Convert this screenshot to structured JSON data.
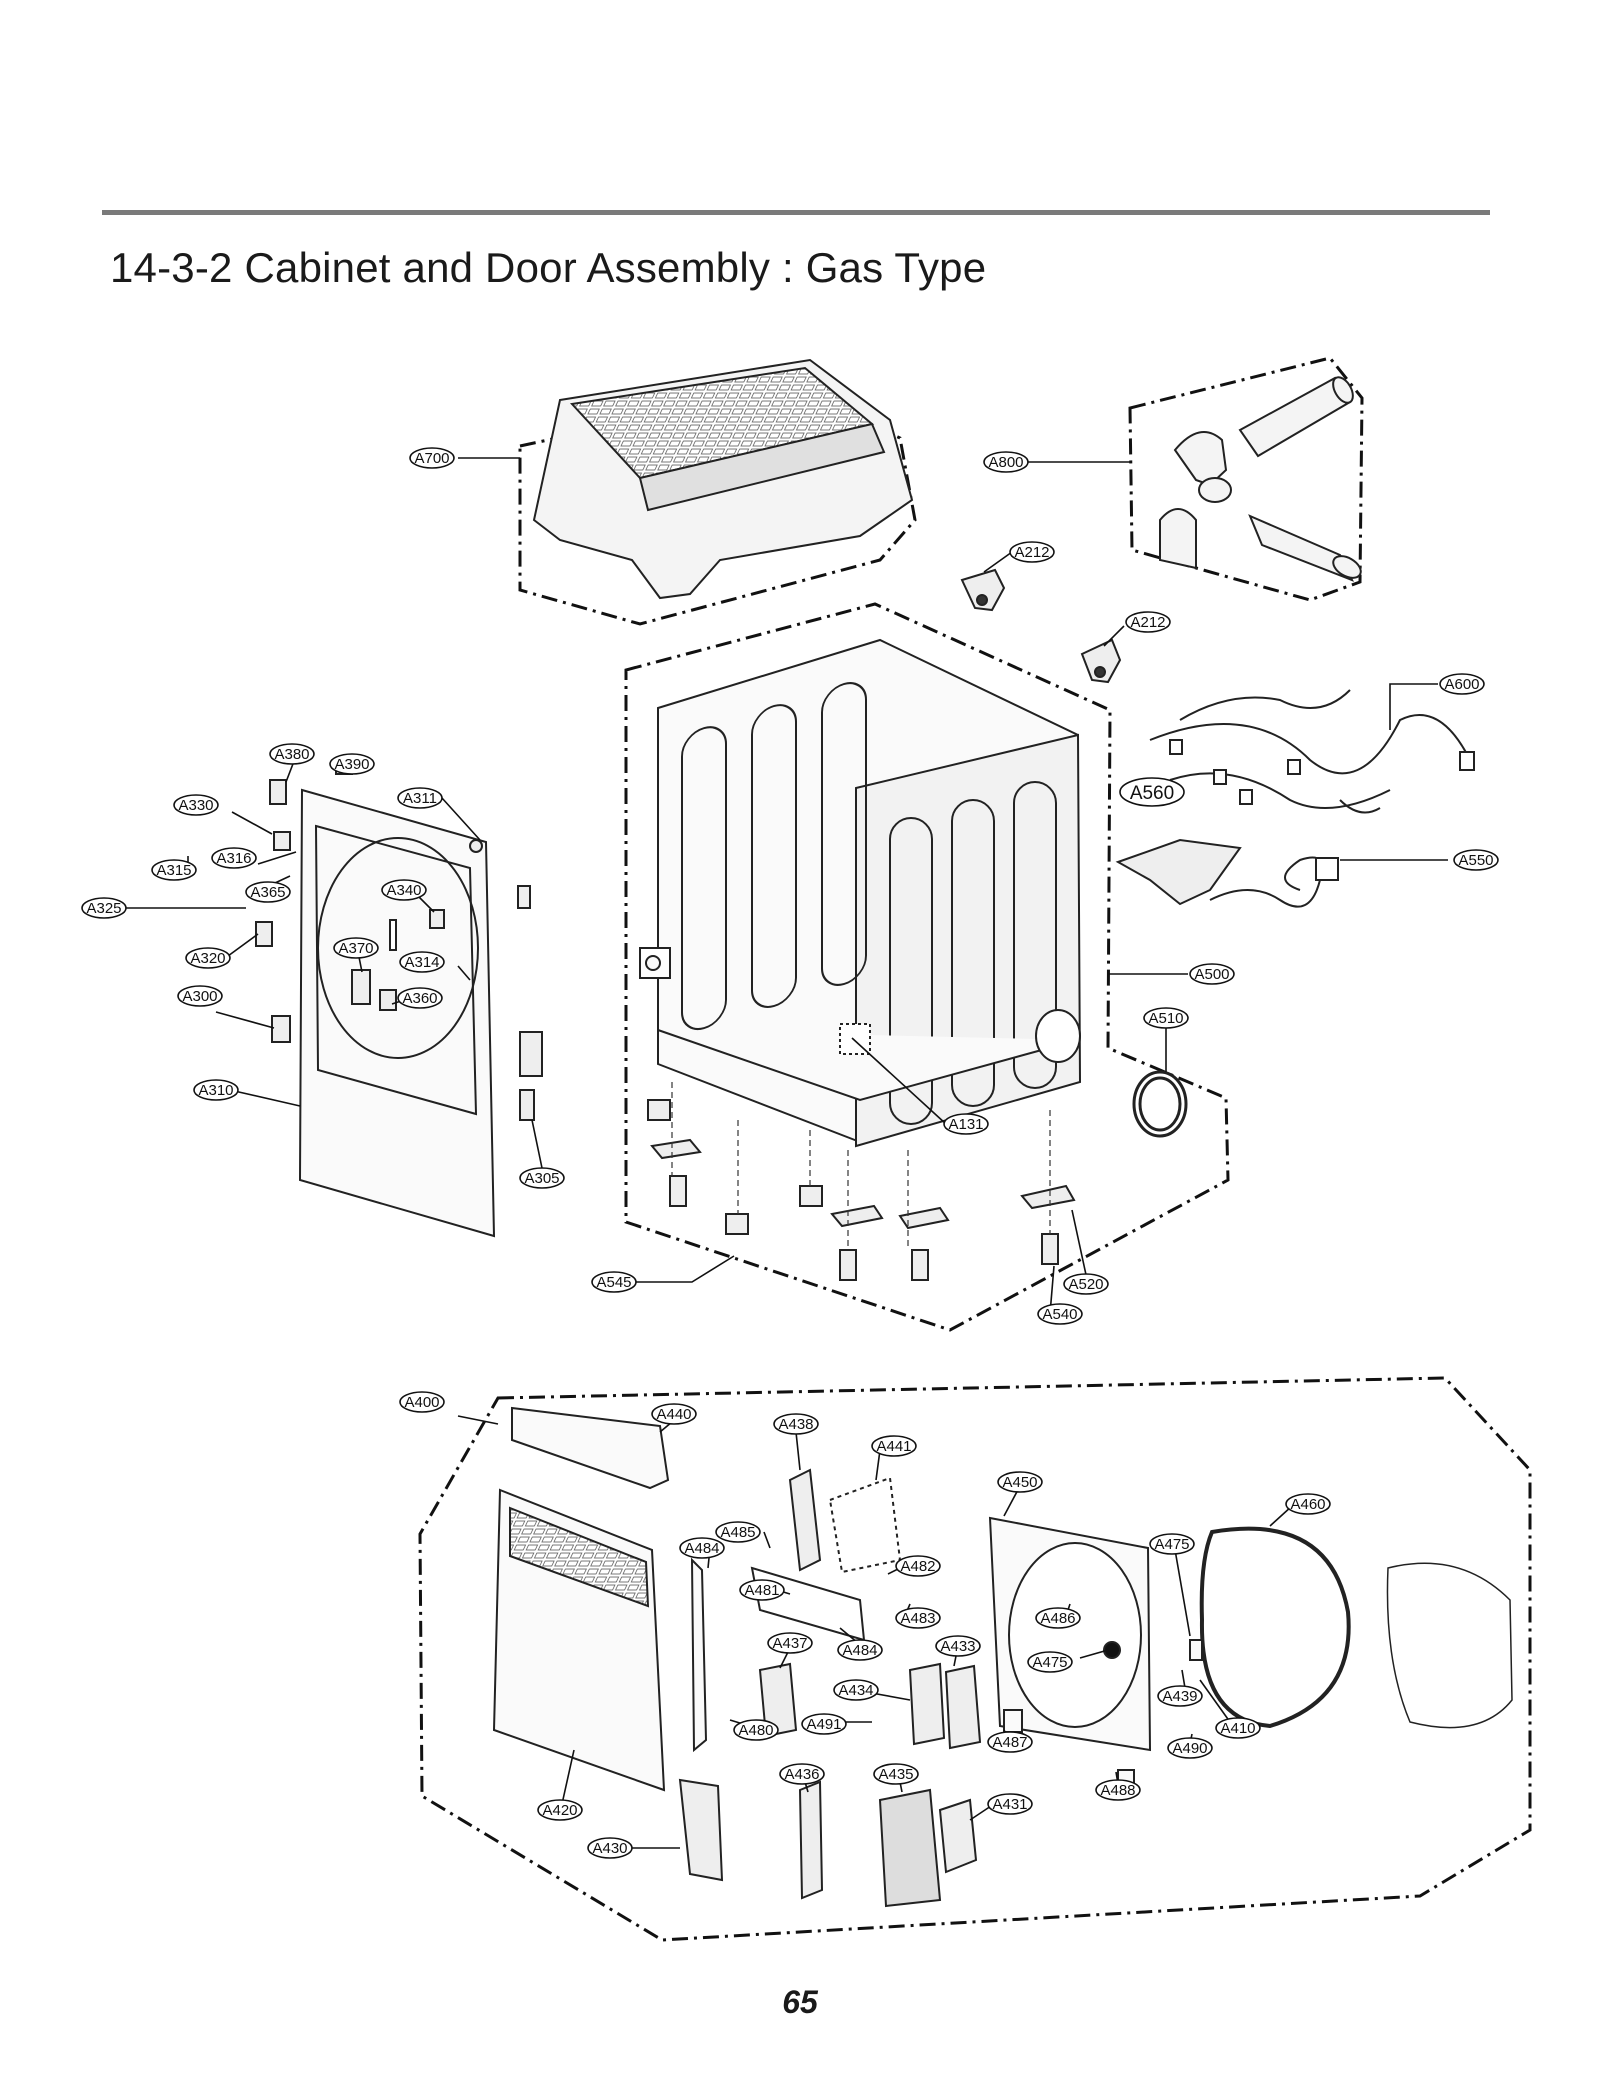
{
  "title": "14-3-2 Cabinet and Door Assembly : Gas Type",
  "page_number": "65",
  "callouts": [
    {
      "id": "A700",
      "text": "A700"
    },
    {
      "id": "A800",
      "text": "A800"
    },
    {
      "id": "A212a",
      "text": "A212"
    },
    {
      "id": "A212b",
      "text": "A212"
    },
    {
      "id": "A600",
      "text": "A600"
    },
    {
      "id": "A560",
      "text": "A560"
    },
    {
      "id": "A550",
      "text": "A550"
    },
    {
      "id": "A500",
      "text": "A500"
    },
    {
      "id": "A510",
      "text": "A510"
    },
    {
      "id": "A131",
      "text": "A131"
    },
    {
      "id": "A520",
      "text": "A520"
    },
    {
      "id": "A540",
      "text": "A540"
    },
    {
      "id": "A545",
      "text": "A545"
    },
    {
      "id": "A380",
      "text": "A380"
    },
    {
      "id": "A390",
      "text": "A390"
    },
    {
      "id": "A311",
      "text": "A311"
    },
    {
      "id": "A330",
      "text": "A330"
    },
    {
      "id": "A316",
      "text": "A316"
    },
    {
      "id": "A315",
      "text": "A315"
    },
    {
      "id": "A365",
      "text": "A365"
    },
    {
      "id": "A340",
      "text": "A340"
    },
    {
      "id": "A325",
      "text": "A325"
    },
    {
      "id": "A370",
      "text": "A370"
    },
    {
      "id": "A314",
      "text": "A314"
    },
    {
      "id": "A320",
      "text": "A320"
    },
    {
      "id": "A360",
      "text": "A360"
    },
    {
      "id": "A300",
      "text": "A300"
    },
    {
      "id": "A310",
      "text": "A310"
    },
    {
      "id": "A305",
      "text": "A305"
    },
    {
      "id": "A400",
      "text": "A400"
    },
    {
      "id": "A440",
      "text": "A440"
    },
    {
      "id": "A438",
      "text": "A438"
    },
    {
      "id": "A441",
      "text": "A441"
    },
    {
      "id": "A450",
      "text": "A450"
    },
    {
      "id": "A460",
      "text": "A460"
    },
    {
      "id": "A485",
      "text": "A485"
    },
    {
      "id": "A484a",
      "text": "A484"
    },
    {
      "id": "A482",
      "text": "A482"
    },
    {
      "id": "A475a",
      "text": "A475"
    },
    {
      "id": "A481",
      "text": "A481"
    },
    {
      "id": "A483",
      "text": "A483"
    },
    {
      "id": "A486",
      "text": "A486"
    },
    {
      "id": "A437",
      "text": "A437"
    },
    {
      "id": "A484b",
      "text": "A484"
    },
    {
      "id": "A433",
      "text": "A433"
    },
    {
      "id": "A475b",
      "text": "A475"
    },
    {
      "id": "A434",
      "text": "A434"
    },
    {
      "id": "A439",
      "text": "A439"
    },
    {
      "id": "A491",
      "text": "A491"
    },
    {
      "id": "A480",
      "text": "A480"
    },
    {
      "id": "A487",
      "text": "A487"
    },
    {
      "id": "A410",
      "text": "A410"
    },
    {
      "id": "A490",
      "text": "A490"
    },
    {
      "id": "A436",
      "text": "A436"
    },
    {
      "id": "A435",
      "text": "A435"
    },
    {
      "id": "A488",
      "text": "A488"
    },
    {
      "id": "A431",
      "text": "A431"
    },
    {
      "id": "A420",
      "text": "A420"
    },
    {
      "id": "A430",
      "text": "A430"
    }
  ]
}
